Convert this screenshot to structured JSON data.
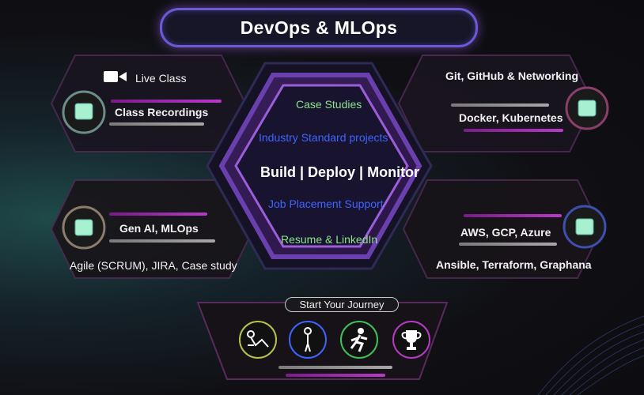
{
  "title": "DevOps & MLOps",
  "center": {
    "case_studies": "Case Studies",
    "industry_projects": "Industry Standard projects",
    "build_deploy": "Build | Deploy | Monitor",
    "job_placement": "Job Placement Support",
    "resume": "Resume & LinkedIn"
  },
  "top_left": {
    "line1": "Live Class",
    "line2": "Class Recordings"
  },
  "top_right": {
    "line1": "Git, GitHub & Networking",
    "line2": "Docker, Kubernetes"
  },
  "bottom_left": {
    "line1": "Gen AI, MLOps",
    "line2": "Agile (SCRUM), JIRA, Case study"
  },
  "bottom_right": {
    "line1": "AWS, GCP, Azure",
    "line2": "Ansible, Terraform, Graphana"
  },
  "journey": {
    "label": "Start Your Journey",
    "icons": [
      "crawl-icon",
      "stand-icon",
      "run-icon",
      "trophy-icon"
    ]
  },
  "colors": {
    "accent_purple": "#8a2fb8",
    "green_text": "#8de38a",
    "blue_text": "#3f63ff",
    "screen_green": "#a7f0d0"
  }
}
